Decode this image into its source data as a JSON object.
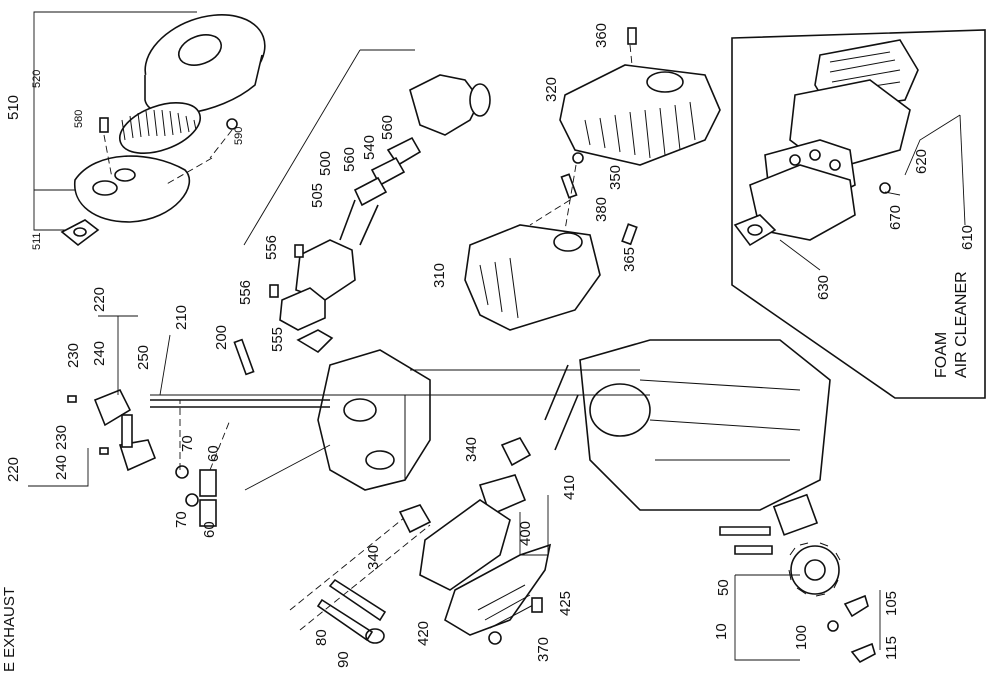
{
  "header": {
    "clipped_text": "E EXHAUST"
  },
  "panel": {
    "title_line1": "FOAM",
    "title_line2": "AIR CLEANER"
  },
  "callouts": {
    "c10": "10",
    "c50": "50",
    "c60a": "60",
    "c60b": "60",
    "c70a": "70",
    "c70b": "70",
    "c80": "80",
    "c90": "90",
    "c100": "100",
    "c105": "105",
    "c115": "115",
    "c200": "200",
    "c210": "210",
    "c220a": "220",
    "c220b": "220",
    "c230a": "230",
    "c230b": "230",
    "c240a": "240",
    "c240b": "240",
    "c250": "250",
    "c310": "310",
    "c320": "320",
    "c340a": "340",
    "c340b": "340",
    "c350": "350",
    "c360": "360",
    "c365": "365",
    "c370": "370",
    "c380": "380",
    "c400": "400",
    "c410": "410",
    "c420": "420",
    "c425": "425",
    "c500": "500",
    "c505": "505",
    "c510": "510",
    "c511": "511",
    "c520": "520",
    "c540": "540",
    "c555": "555",
    "c556a": "556",
    "c556b": "556",
    "c560a": "560",
    "c560b": "560",
    "c580": "580",
    "c590": "590",
    "c610": "610",
    "c620": "620",
    "c630": "630",
    "c670": "670"
  }
}
